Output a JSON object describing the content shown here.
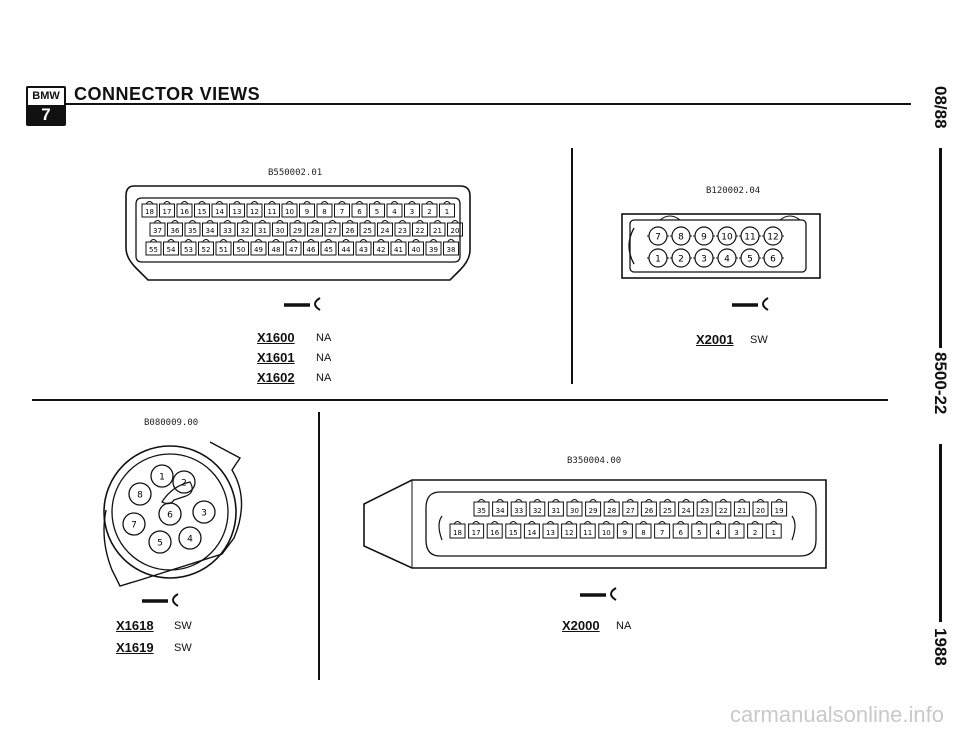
{
  "header": {
    "logo_text": "BMW",
    "logo_number": "7",
    "title": "CONNECTOR VIEWS"
  },
  "side_labels": {
    "date": "08/88",
    "section": "8500-22",
    "year": "1988"
  },
  "panel_a": {
    "drawing_code": "B550002.01",
    "rows": [
      [
        "18",
        "17",
        "16",
        "15",
        "14",
        "13",
        "12",
        "11",
        "10",
        "9",
        "8",
        "7",
        "6",
        "5",
        "4",
        "3",
        "2",
        "1"
      ],
      [
        "37",
        "36",
        "35",
        "34",
        "33",
        "32",
        "31",
        "30",
        "29",
        "28",
        "27",
        "26",
        "25",
        "24",
        "23",
        "22",
        "21",
        "20"
      ],
      [
        "55",
        "54",
        "53",
        "52",
        "51",
        "50",
        "49",
        "48",
        "47",
        "46",
        "45",
        "44",
        "43",
        "42",
        "41",
        "40",
        "39",
        "38"
      ]
    ],
    "connectors": [
      {
        "name": "X1600",
        "color": "NA"
      },
      {
        "name": "X1601",
        "color": "NA"
      },
      {
        "name": "X1602",
        "color": "NA"
      }
    ]
  },
  "panel_b": {
    "drawing_code": "B120002.04",
    "rows": [
      [
        "7",
        "8",
        "9",
        "10",
        "11",
        "12"
      ],
      [
        "1",
        "2",
        "3",
        "4",
        "5",
        "6"
      ]
    ],
    "connectors": [
      {
        "name": "X2001",
        "color": "SW"
      }
    ]
  },
  "panel_c": {
    "drawing_code": "B080009.00",
    "pins": [
      "1",
      "2",
      "3",
      "4",
      "5",
      "6",
      "7",
      "8"
    ],
    "connectors": [
      {
        "name": "X1618",
        "color": "SW"
      },
      {
        "name": "X1619",
        "color": "SW"
      }
    ]
  },
  "panel_d": {
    "drawing_code": "B350004.00",
    "rows": [
      [
        "35",
        "34",
        "33",
        "32",
        "31",
        "30",
        "29",
        "28",
        "27",
        "26",
        "25",
        "24",
        "23",
        "22",
        "21",
        "20",
        "19"
      ],
      [
        "18",
        "17",
        "16",
        "15",
        "14",
        "13",
        "12",
        "11",
        "10",
        "9",
        "8",
        "7",
        "6",
        "5",
        "4",
        "3",
        "2",
        "1"
      ]
    ],
    "connectors": [
      {
        "name": "X2000",
        "color": "NA"
      }
    ]
  },
  "watermark": "carmanualsonline.info"
}
